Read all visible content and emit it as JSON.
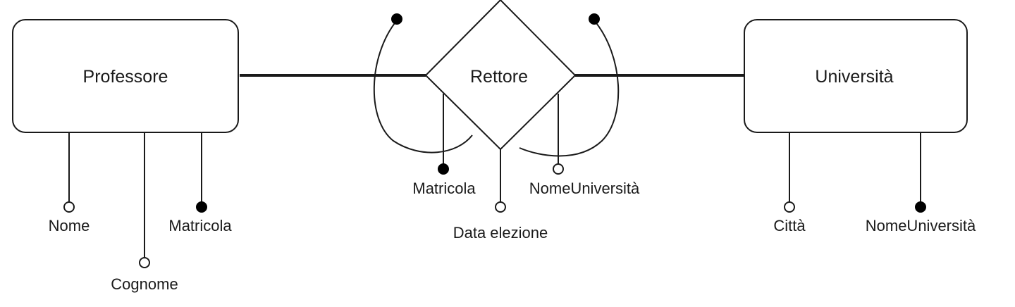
{
  "entities": {
    "professore": {
      "label": "Professore",
      "attributes": {
        "nome": {
          "label": "Nome",
          "identifier": false
        },
        "cognome": {
          "label": "Cognome",
          "identifier": false
        },
        "matricola": {
          "label": "Matricola",
          "identifier": true
        }
      }
    },
    "universita": {
      "label": "Università",
      "attributes": {
        "citta": {
          "label": "Città",
          "identifier": false
        },
        "nome_universita": {
          "label": "NomeUniversità",
          "identifier": true
        }
      }
    }
  },
  "relationship": {
    "label": "Rettore",
    "attributes": {
      "matricola": {
        "label": "Matricola",
        "identifier": true
      },
      "data_elezione": {
        "label": "Data elezione",
        "identifier": false
      },
      "nome_universita": {
        "label": "NomeUniversità",
        "identifier": false
      }
    },
    "external_identifiers": [
      {
        "name": "professore-side",
        "filled": true
      },
      {
        "name": "universita-side",
        "filled": true
      }
    ]
  },
  "colors": {
    "stroke": "#1a1a1a",
    "background": "#ffffff"
  }
}
